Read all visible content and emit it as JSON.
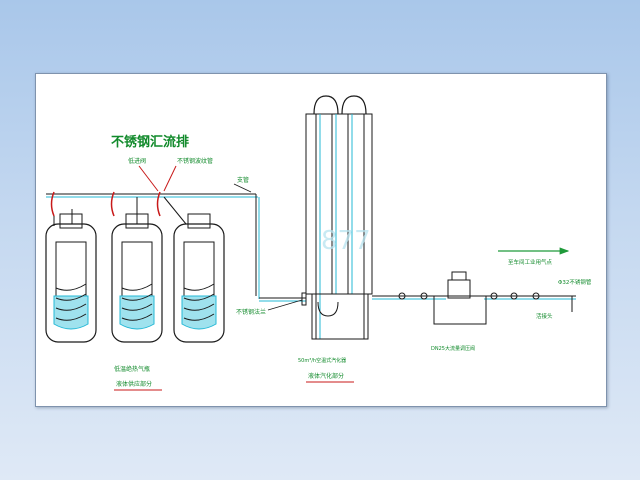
{
  "labels": {
    "manifold_title": "不锈钢汇流排",
    "valve_label": "低进阀",
    "hose_label": "不锈钢波纹管",
    "branch_label": "支管",
    "flange_label": "不锈钢法兰",
    "cylinder_label": "低温绝热气瓶",
    "storage_section": "液体供应部分",
    "vaporizer_label": "50m³/h空温式汽化器",
    "vaporizer_section": "液体汽化部分",
    "regulator_label": "DN25大流量调压阀",
    "flow_direction": "至车间工业用气点",
    "pipe_label": "Φ32不锈钢管",
    "hose_end_label": "活接头"
  },
  "watermark": "877",
  "colors": {
    "line": "#1a1a1a",
    "pipe_cyan": "#25b8d6",
    "liquid": "#9fe2ee",
    "label_green": "#118a2b",
    "hose_red": "#c81a1a",
    "arrow_green": "#1f9a3a"
  }
}
